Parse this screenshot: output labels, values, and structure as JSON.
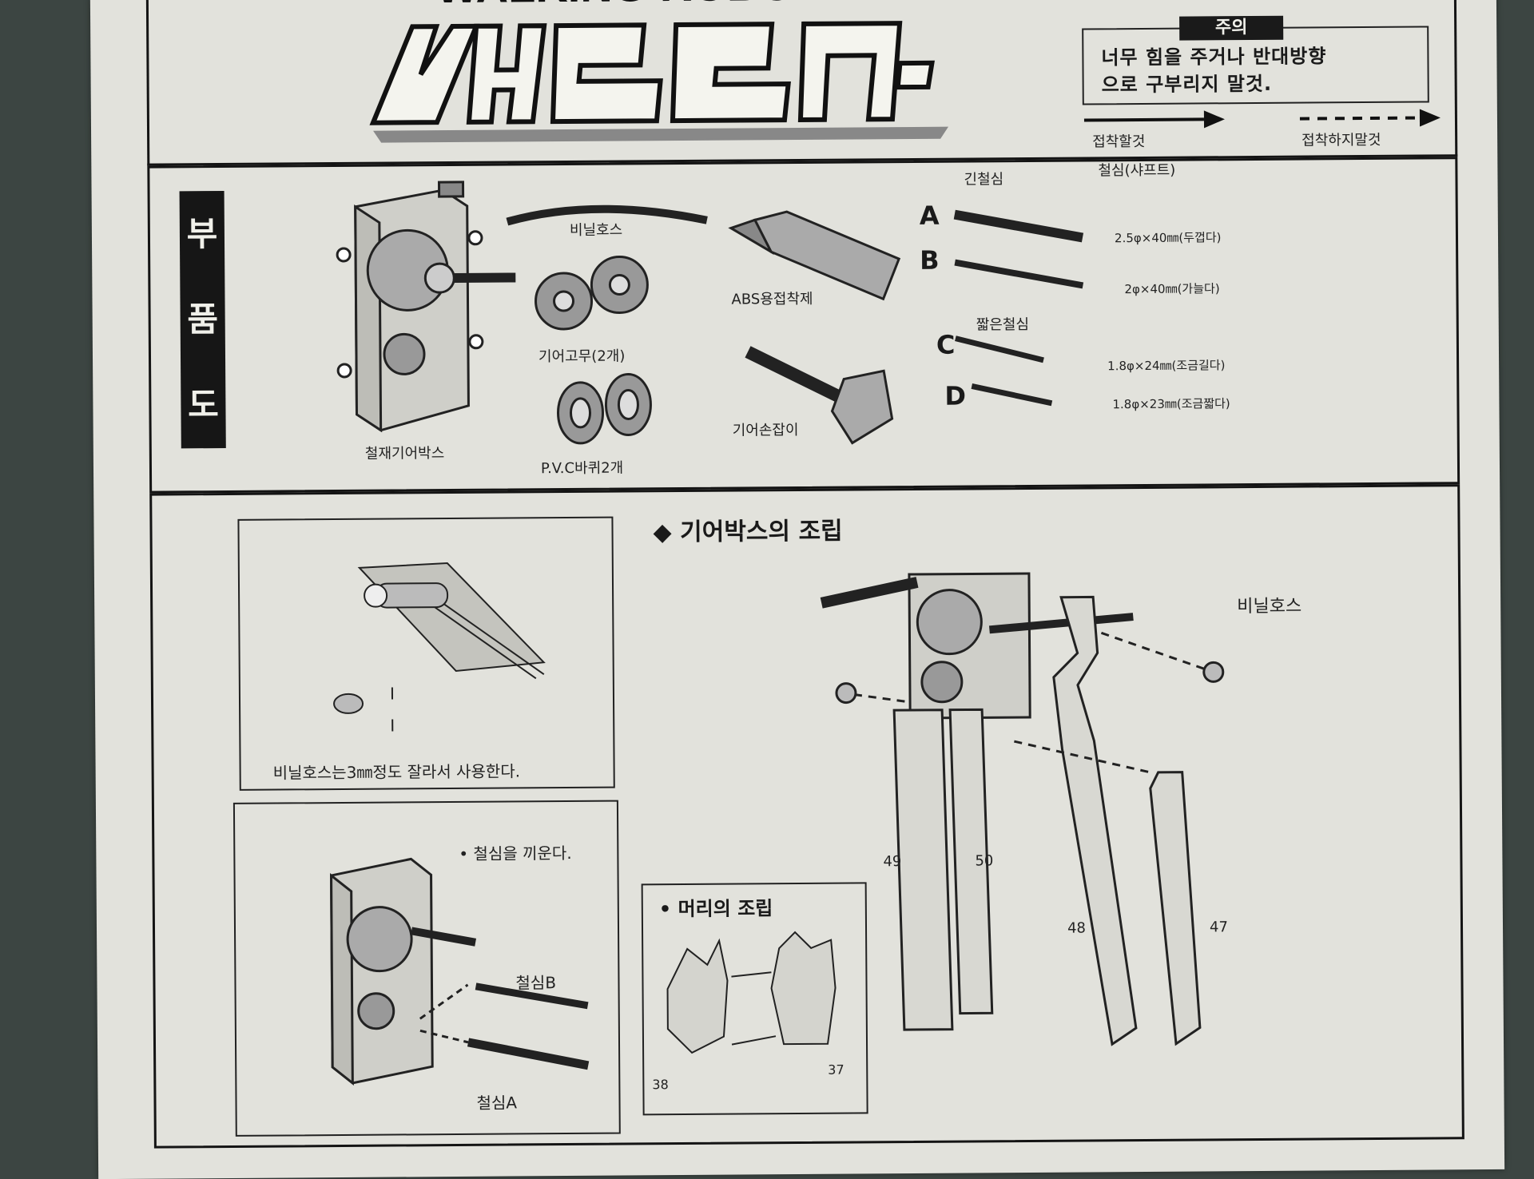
{
  "header": {
    "title_en": "WALKING ROBOT",
    "title_ko": "선발란",
    "caution": {
      "heading": "주의",
      "line1": "너무 힘을 주거나 반대방향",
      "line2": "으로 구부리지 말것."
    },
    "legend": {
      "solid": "접착할것",
      "dashed": "접착하지말것"
    }
  },
  "parts": {
    "side_label": [
      "부",
      "품",
      "도"
    ],
    "gearbox": "철재기어박스",
    "vinyl_hose": "비닐호스",
    "gear_rubber": "기어고무(2개)",
    "pvc_wheels": "P.V.C바퀴2개",
    "glue": "ABS용접착제",
    "gear_handle": "기어손잡이",
    "long_shaft_heading": "긴철심",
    "shaft_heading": "철심(샤프트)",
    "short_shaft_heading": "짧은철심",
    "shafts": [
      {
        "letter": "A",
        "spec": "2.5φ×40㎜(두껍다)"
      },
      {
        "letter": "B",
        "spec": "2φ×40㎜(가늘다)"
      },
      {
        "letter": "C",
        "spec": "1.8φ×24㎜(조금길다)"
      },
      {
        "letter": "D",
        "spec": "1.8φ×23㎜(조금짧다)"
      }
    ]
  },
  "assembly": {
    "section_title": "◆ 기어박스의 조립",
    "hose_note": "비닐호스는3㎜정도 잘라서 사용한다.",
    "shaft_note": "• 철심을 끼운다.",
    "shaft_b": "철심B",
    "shaft_a": "철심A",
    "head_title": "• 머리의 조립",
    "vinyl_hose": "비닐호스",
    "part_numbers": [
      "49",
      "50",
      "48",
      "47",
      "38",
      "37"
    ]
  }
}
